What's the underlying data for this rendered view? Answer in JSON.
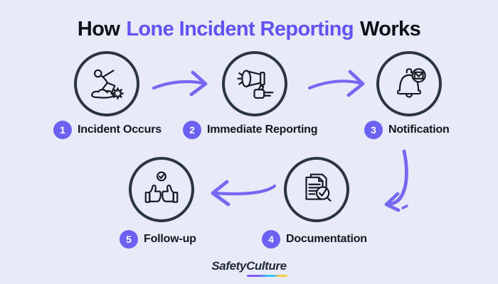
{
  "title": {
    "prefix": "How",
    "highlight": "Lone Incident Reporting",
    "suffix": "Works"
  },
  "steps": [
    {
      "number": "1",
      "label": "Incident Occurs",
      "icon": "slip-and-fall-icon"
    },
    {
      "number": "2",
      "label": "Immediate Reporting",
      "icon": "megaphone-icon"
    },
    {
      "number": "3",
      "label": "Notification",
      "icon": "bell-envelope-icon"
    },
    {
      "number": "4",
      "label": "Documentation",
      "icon": "document-magnifier-icon"
    },
    {
      "number": "5",
      "label": "Follow-up",
      "icon": "thumbs-up-check-icon"
    }
  ],
  "branding": {
    "name_part1": "Safety",
    "name_part2": "Culture"
  },
  "colors": {
    "background": "#E8EAF7",
    "title_accent": "#6152F4",
    "badge": "#6B61F2",
    "arrow": "#7568F3",
    "circle_border": "#2A3444",
    "icon_stroke": "#141923",
    "logo_text": "#222B3A",
    "logo_underline": [
      "#7B5CF5",
      "#38C6F4",
      "#F7CE46"
    ]
  }
}
